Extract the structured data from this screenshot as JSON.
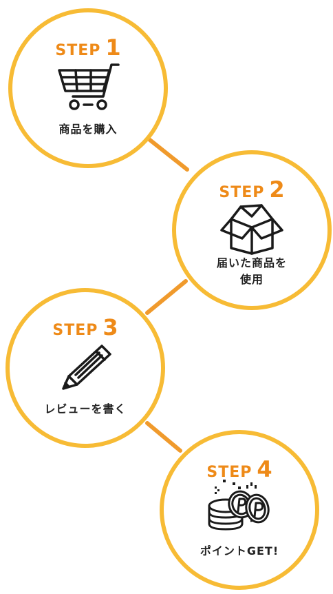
{
  "steps": [
    {
      "word": "STEP",
      "number": "1",
      "label": "商品を購入",
      "icon": "shopping-cart-icon"
    },
    {
      "word": "STEP",
      "number": "2",
      "label": "届いた商品を\n使用",
      "icon": "open-box-icon"
    },
    {
      "word": "STEP",
      "number": "3",
      "label": "レビューを書く",
      "icon": "pencil-icon"
    },
    {
      "word": "STEP",
      "number": "4",
      "label": "ポイントGET!",
      "icon": "point-coins-icon"
    }
  ],
  "colors": {
    "circle_border": "#f7bb35",
    "connector": "#f09a2c",
    "step_heading": "#ee8a18",
    "label_text": "#222222",
    "icon_stroke": "#1a1a1a"
  }
}
